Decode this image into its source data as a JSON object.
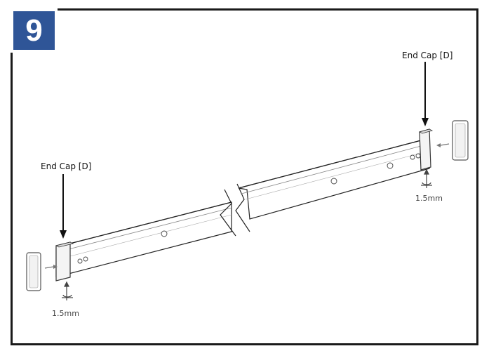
{
  "step": {
    "number": "9",
    "badge_color": "#2f5597"
  },
  "callouts": {
    "left": {
      "label": "End Cap [D]"
    },
    "right": {
      "label": "End Cap [D]"
    }
  },
  "measurements": {
    "left": "1.5mm",
    "right": "1.5mm"
  },
  "icons": [
    "end-cap-icon",
    "arrow-right-icon",
    "arrow-left-icon",
    "gap-gauge-icon",
    "screw-hole-icon",
    "break-symbol-icon"
  ]
}
